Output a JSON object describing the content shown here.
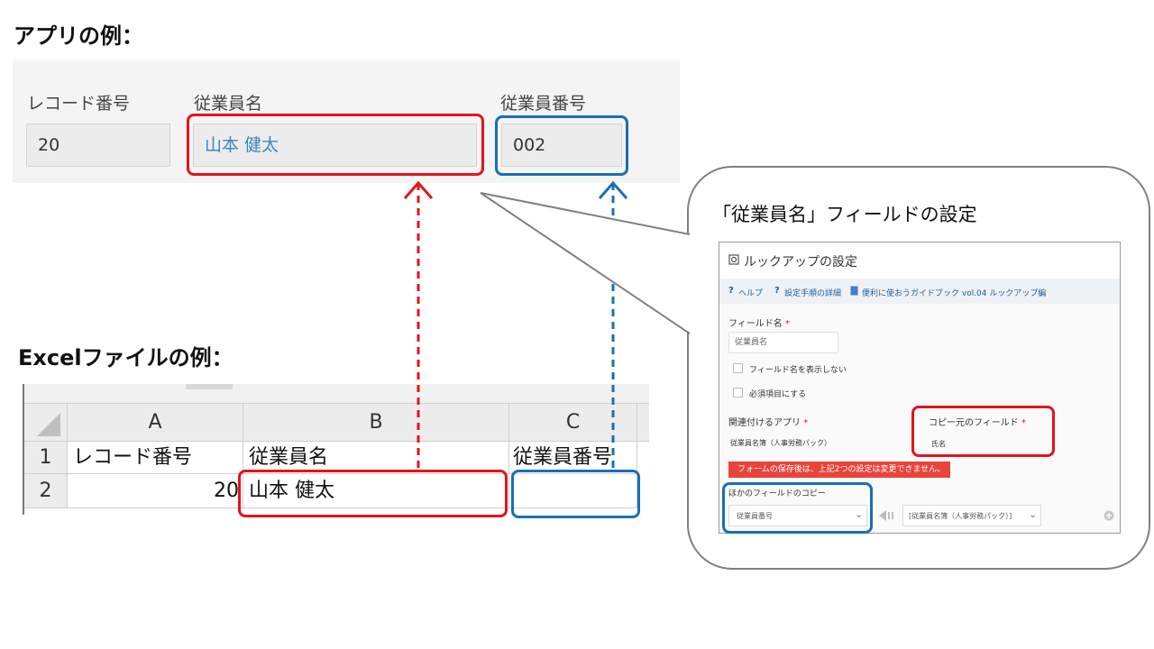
{
  "app_section": {
    "title": "アプリの例：",
    "fields": [
      {
        "label": "レコード番号",
        "value": "20"
      },
      {
        "label": "従業員名",
        "value": "山本 健太"
      },
      {
        "label": "従業員番号",
        "value": "002"
      }
    ]
  },
  "excel_section": {
    "title": "Excelファイルの例：",
    "columns": [
      "A",
      "B",
      "C"
    ],
    "rows": [
      {
        "num": "1",
        "cells": [
          "レコード番号",
          "従業員名",
          "従業員番号"
        ]
      },
      {
        "num": "2",
        "cells": [
          "20",
          "山本 健太",
          ""
        ]
      }
    ]
  },
  "callout": {
    "title": "「従業員名」フィールドの設定",
    "dialog_title": "ルックアップの設定",
    "links": [
      "ヘルプ",
      "設定手順の詳細",
      "便利に使おうガイドブック vol.04 ルックアップ編"
    ],
    "field_name_label": "フィールド名",
    "field_name_value": "従業員名",
    "hide_name_label": "フィールド名を表示しない",
    "required_label": "必須項目にする",
    "related_app_label": "関連付けるアプリ",
    "related_app_value": "従業員名簿（人事労務パック）",
    "copy_source_label": "コピー元のフィールド",
    "copy_source_value": "氏名",
    "warning": "フォームの保存後は、上記2つの設定は変更できません。",
    "other_copy_label": "ほかのフィールドのコピー",
    "other_copy_target": "従業員番号",
    "other_copy_source": "[従業員名簿（人事労務パック）]"
  },
  "colors": {
    "red": "#e3141c",
    "blue": "#1a6fb5",
    "link_blue": "#3a87c4",
    "warning_bg": "#e8443a"
  }
}
